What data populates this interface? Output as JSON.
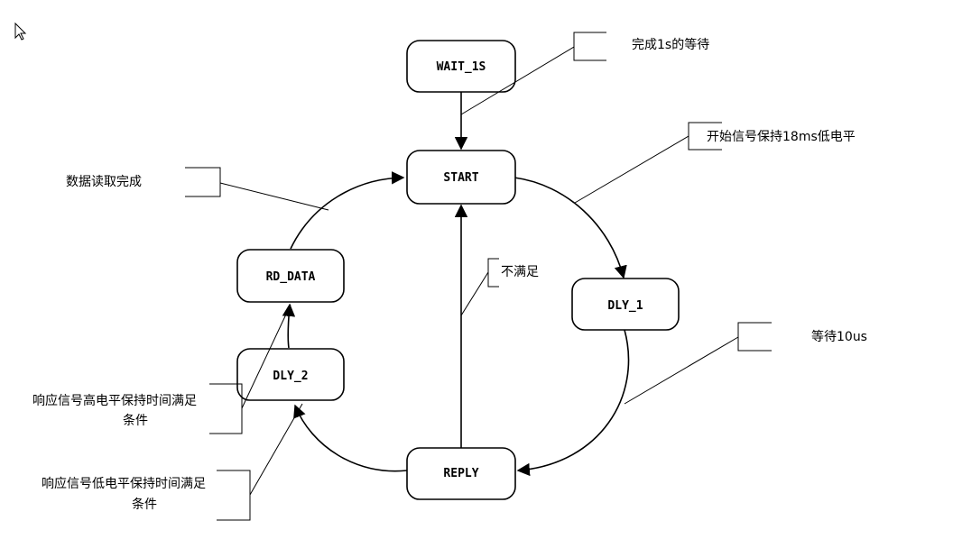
{
  "states": {
    "wait_1s": "WAIT_1S",
    "start": "START",
    "dly_1": "DLY_1",
    "rd_data": "RD_DATA",
    "dly_2": "DLY_2",
    "reply": "REPLY"
  },
  "notes": {
    "wait_done": "完成1s的等待",
    "start_signal": "开始信号保持18ms低电平",
    "read_done": "数据读取完成",
    "not_met": "不满足",
    "wait_10us": "等待10us",
    "high_level_line1": "响应信号高电平保持时间满足",
    "high_level_line2": "条件",
    "low_level_line1": "响应信号低电平保持时间满足",
    "low_level_line2": "条件"
  }
}
